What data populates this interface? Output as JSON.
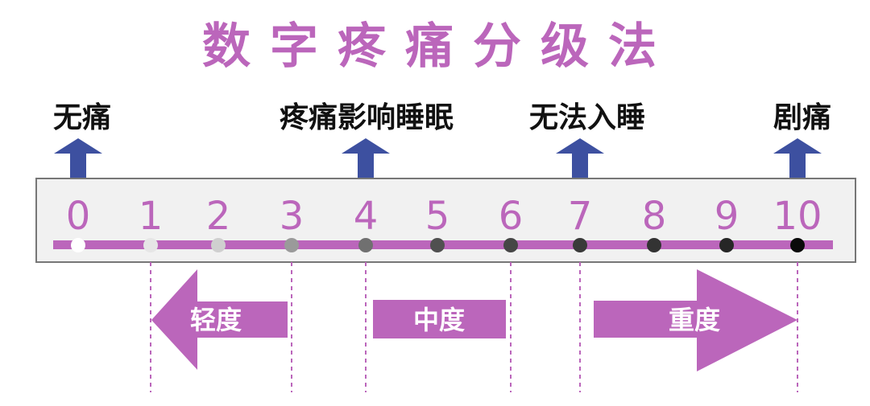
{
  "title": "数字疼痛分级法",
  "scale": {
    "numbers": [
      "0",
      "1",
      "2",
      "3",
      "4",
      "5",
      "6",
      "7",
      "8",
      "9",
      "10"
    ],
    "dot_colors": [
      "#ffffff",
      "#e6e6e6",
      "#cfcfcf",
      "#9a9a9a",
      "#707070",
      "#505050",
      "#464646",
      "#3a3a3a",
      "#333333",
      "#262626",
      "#0a0a0a"
    ]
  },
  "markers": [
    {
      "label": "无痛",
      "at": 0
    },
    {
      "label": "疼痛影响睡眠",
      "at": 4
    },
    {
      "label": "无法入睡",
      "at": 7
    },
    {
      "label": "剧痛",
      "at": 10
    }
  ],
  "ranges": [
    {
      "label": "轻度",
      "from": 1,
      "to": 3
    },
    {
      "label": "中度",
      "from": 4,
      "to": 6
    },
    {
      "label": "重度",
      "from": 7,
      "to": 10
    }
  ],
  "colors": {
    "accent": "#bb66bb",
    "arrow": "#3d50a0",
    "box": "#f1f1f1"
  }
}
